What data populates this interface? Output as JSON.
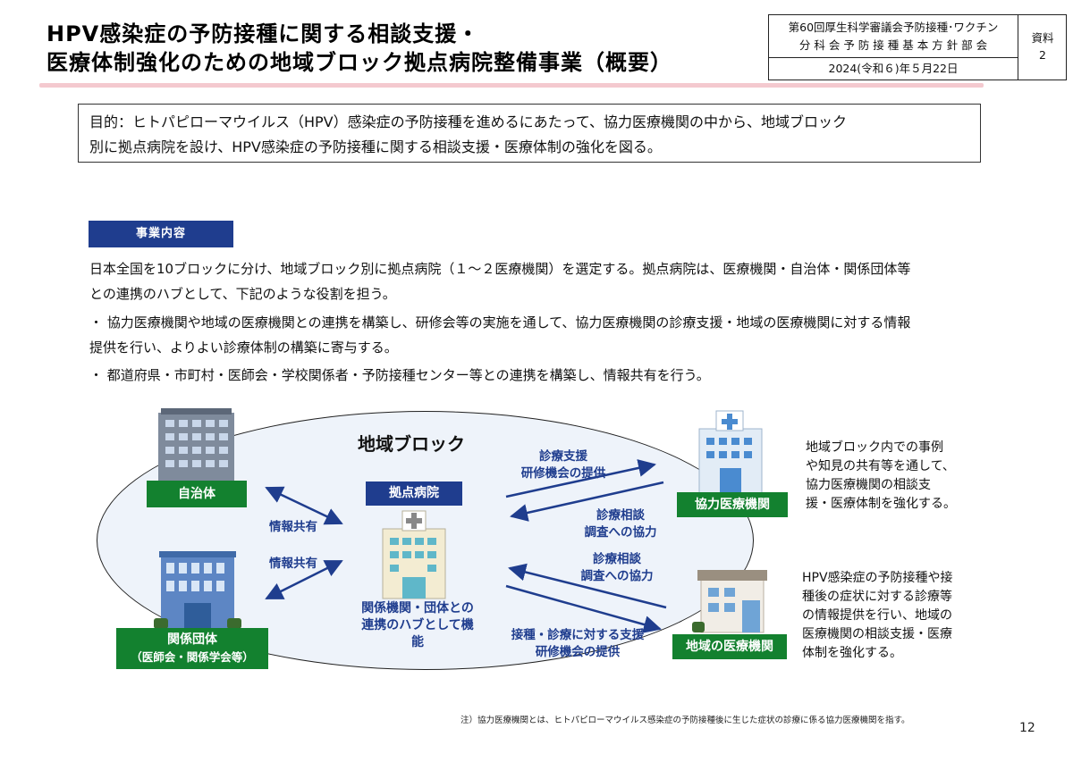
{
  "header": {
    "title_line1": "HPV感染症の予防接種に関する相談支援・",
    "title_line2": "医療体制強化のための地域ブロック拠点病院整備事業（概要）",
    "meeting_line1": "第60回厚生科学審議会予防接種･ワクチン",
    "meeting_line2": "分 科 会 予 防 接 種 基 本 方 針 部 会",
    "date": "2024(令和６)年５月22日",
    "doc_label": "資料",
    "doc_number": "2"
  },
  "purpose": {
    "line1": "目的：ヒトパピローマウイルス（HPV）感染症の予防接種を進めるにあたって、協力医療機関の中から、地域ブロック",
    "line2": "別に拠点病院を設け、HPV感染症の予防接種に関する相談支援・医療体制の強化を図る。"
  },
  "section": {
    "tag": "事業内容",
    "para_line1": "日本全国を10ブロックに分け、地域ブロック別に拠点病院（１～２医療機関）を選定する。拠点病院は、医療機関・自治体・関係団体等",
    "para_line2": "との連携のハブとして、下記のような役割を担う。",
    "bullet1_line1": "・ 協力医療機関や地域の医療機関との連携を構築し、研修会等の実施を通して、協力医療機関の診療支援・地域の医療機関に対する情報",
    "bullet1_line2": "提供を行い、よりよい診療体制の構築に寄与する。",
    "bullet2": "・ 都道府県・市町村・医師会・学校関係者・予防接種センター等との連携を構築し、情報共有を行う。"
  },
  "diagram": {
    "region_label": "地域ブロック",
    "hub_label": "拠点病院",
    "hub_desc_line1": "関係機関・団体との",
    "hub_desc_line2": "連携のハブとして機",
    "hub_desc_line3": "能",
    "municipality": "自治体",
    "org_line1": "関係団体",
    "org_line2": "（医師会・関係学会等）",
    "info_share_1": "情報共有",
    "info_share_2": "情報共有",
    "coop_hospital": "協力医療機関",
    "local_hospital": "地域の医療機関",
    "to_coop_line1": "診療支援",
    "to_coop_line2": "研修機会の提供",
    "from_coop_line1": "診療相談",
    "from_coop_line2": "調査への協力",
    "from_local_line1": "診療相談",
    "from_local_line2": "調査への協力",
    "to_local_line1": "接種・診療に対する支援",
    "to_local_line2": "研修機会の提供",
    "coop_desc": [
      "地域ブロック内での事例",
      "や知見の共有等を通して、",
      "協力医療機関の相談支",
      "援・医療体制を強化する。"
    ],
    "local_desc": [
      "HPV感染症の予防接種や接",
      "種後の症状に対する診療等",
      "の情報提供を行い、地域の",
      "医療機関の相談支援・医療",
      "体制を強化する。"
    ]
  },
  "footer": {
    "note": "注）協力医療機関とは、ヒトパピローマウイルス感染症の予防接種後に生じた症状の診療に係る協力医療機関を指す。",
    "page_number": "12"
  },
  "colors": {
    "navy": "#1f3d8e",
    "green": "#13812f",
    "title_underline": "#f4c9cf"
  }
}
